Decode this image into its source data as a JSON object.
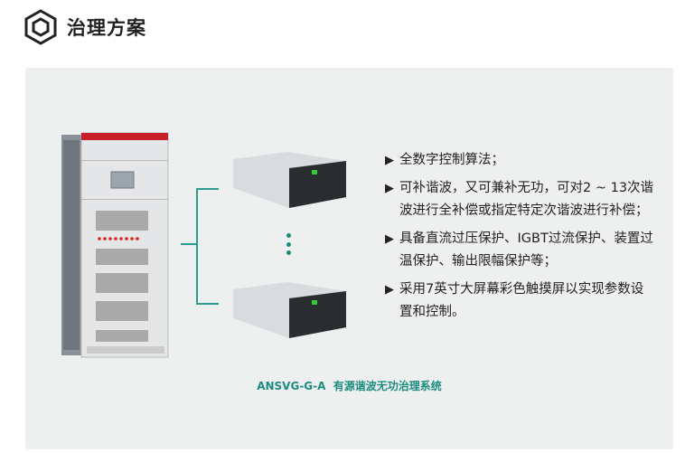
{
  "header": {
    "title": "治理方案",
    "icon": "hexagon-icon"
  },
  "features": [
    "全数字控制算法；",
    "可补谐波，又可兼补无功，可对2 ~ 13次谐波进行全补偿或指定特定次谐波进行补偿；",
    "具备直流过压保护、IGBT过流保护、装置过温保护、输出限幅保护等；",
    "采用7英寸大屏幕彩色触摸屏以实现参数设置和控制。"
  ],
  "bullet": "▶",
  "caption": "ANSVG-G-A  有源谐波无功治理系统",
  "colors": {
    "accent": "#1c8c80",
    "panel": "#eef0ef",
    "cabinet_top": "#c8202a"
  }
}
